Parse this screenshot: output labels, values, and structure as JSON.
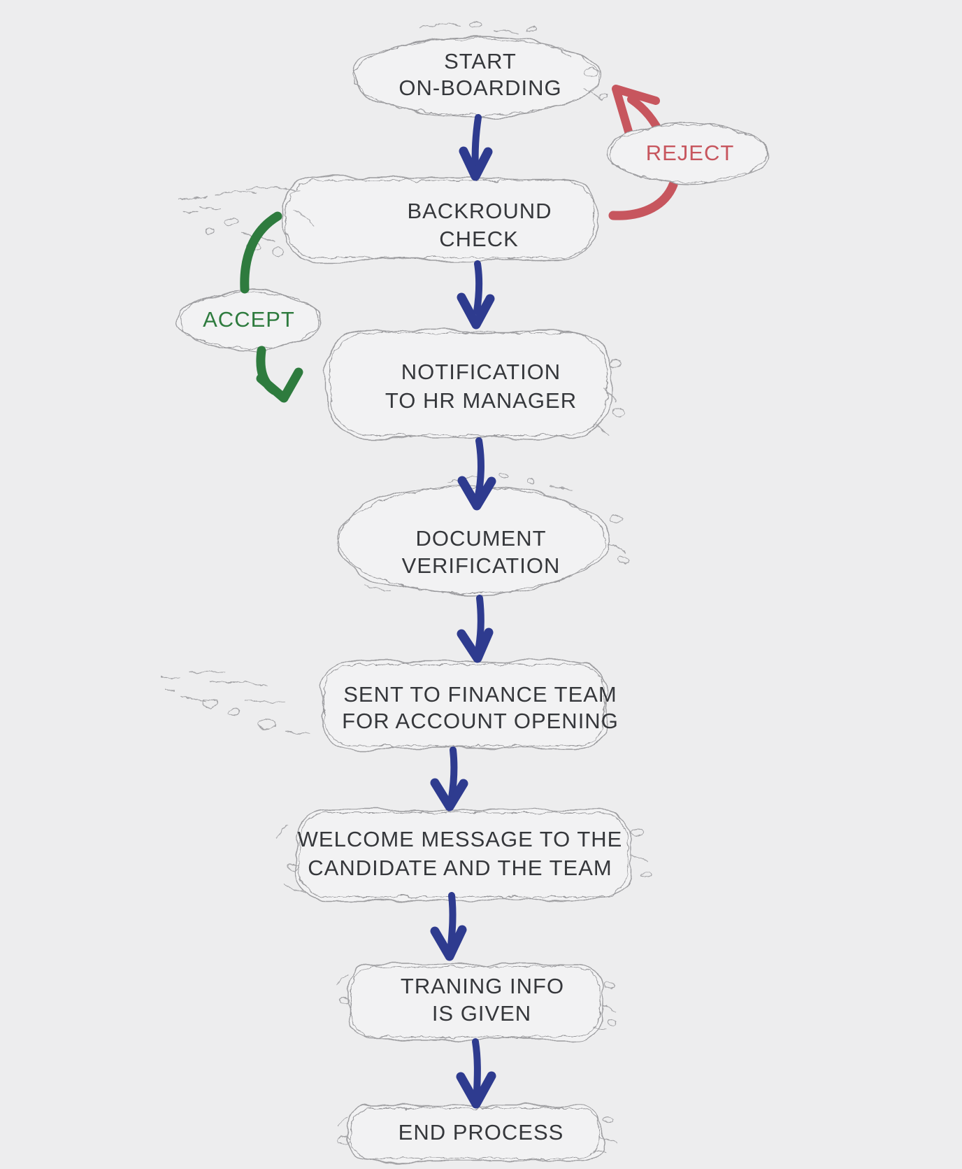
{
  "diagram": {
    "type": "flowchart",
    "style": "hand-drawn-sketch",
    "background": "#ededee",
    "nodes": [
      {
        "id": "start-on-boarding",
        "lines": [
          "START",
          "ON-BOARDING"
        ]
      },
      {
        "id": "backround-check",
        "lines": [
          "BACKROUND",
          "CHECK"
        ]
      },
      {
        "id": "notification-to-hr",
        "lines": [
          "NOTIFICATION",
          "TO HR MANAGER"
        ]
      },
      {
        "id": "document-verification",
        "lines": [
          "DOCUMENT",
          "VERIFICATION"
        ]
      },
      {
        "id": "sent-to-finance",
        "lines": [
          "SENT TO FINANCE TEAM",
          "FOR ACCOUNT OPENING"
        ]
      },
      {
        "id": "welcome-message",
        "lines": [
          "WELCOME MESSAGE TO THE",
          "CANDIDATE AND THE TEAM"
        ]
      },
      {
        "id": "traning-info",
        "lines": [
          "TRANING INFO",
          "IS GIVEN"
        ]
      },
      {
        "id": "end-process",
        "lines": [
          "END PROCESS"
        ]
      }
    ],
    "branch_labels": [
      {
        "id": "reject",
        "text": "REJECT",
        "color": "#c7565e"
      },
      {
        "id": "accept",
        "text": "ACCEPT",
        "color": "#2e7b3e"
      }
    ],
    "edges": [
      {
        "from": "start-on-boarding",
        "to": "backround-check",
        "type": "flow"
      },
      {
        "from": "backround-check",
        "to": "start-on-boarding",
        "type": "reject",
        "label": "REJECT"
      },
      {
        "from": "backround-check",
        "to": "notification-to-hr",
        "type": "accept",
        "label": "ACCEPT"
      },
      {
        "from": "backround-check",
        "to": "notification-to-hr",
        "type": "flow"
      },
      {
        "from": "notification-to-hr",
        "to": "document-verification",
        "type": "flow"
      },
      {
        "from": "document-verification",
        "to": "sent-to-finance",
        "type": "flow"
      },
      {
        "from": "sent-to-finance",
        "to": "welcome-message",
        "type": "flow"
      },
      {
        "from": "welcome-message",
        "to": "traning-info",
        "type": "flow"
      },
      {
        "from": "traning-info",
        "to": "end-process",
        "type": "flow"
      }
    ],
    "colors": {
      "flow_arrow": "#2e3b8f",
      "reject_arrow": "#c7565e",
      "accept_arrow": "#2e7b3e",
      "node_text": "#35373b",
      "shape_outline": "#9b9b9e",
      "shape_fill": "#f2f2f3"
    }
  }
}
